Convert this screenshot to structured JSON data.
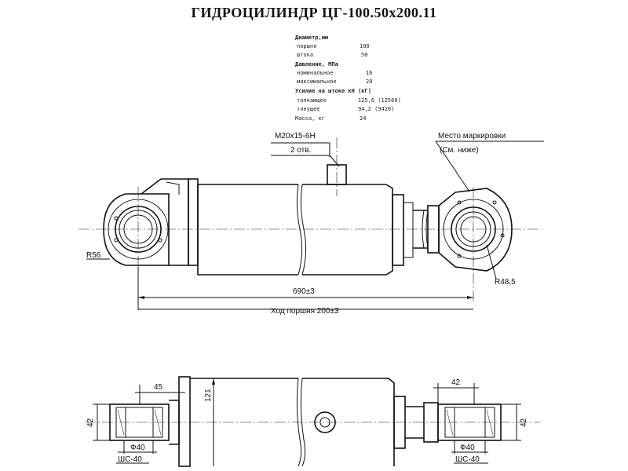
{
  "title": "ГИДРОЦИЛИНДР ЦГ-100.50х200.11",
  "specs": {
    "diameter_heading": "Диаметр,мм",
    "piston_label": "поршня",
    "piston_value": "100",
    "rod_label": "штока",
    "rod_value": "50",
    "pressure_heading": "Давление, МПа",
    "nominal_label": "номинальное",
    "nominal_value": "16",
    "max_label": "максимальное",
    "max_value": "20",
    "force_heading": "Усилие на штоке кН (кГ)",
    "push_label": "толкающее",
    "push_value": "125,6 (12560)",
    "pull_label": "тянущее",
    "pull_value": "94,2 (9420)",
    "mass_label": "Масса, кг",
    "mass_value": "24"
  },
  "dimensions": {
    "thread": "M20х15-6H",
    "holes": "2 отв.",
    "marking_place": "Место маркировки",
    "marking_note": "(См. ниже)",
    "r_left": "R56",
    "r_right": "R48,5",
    "length": "690±3",
    "stroke": "Ход поршня 200±3",
    "d45": "45",
    "d121": "121",
    "d42_left": "42",
    "d42_top": "42",
    "d42_right": "42",
    "phi40_left": "Ф40",
    "shs_left": "ШС-40",
    "phi40_right": "Ф40",
    "shs_right": "ШС-40"
  }
}
